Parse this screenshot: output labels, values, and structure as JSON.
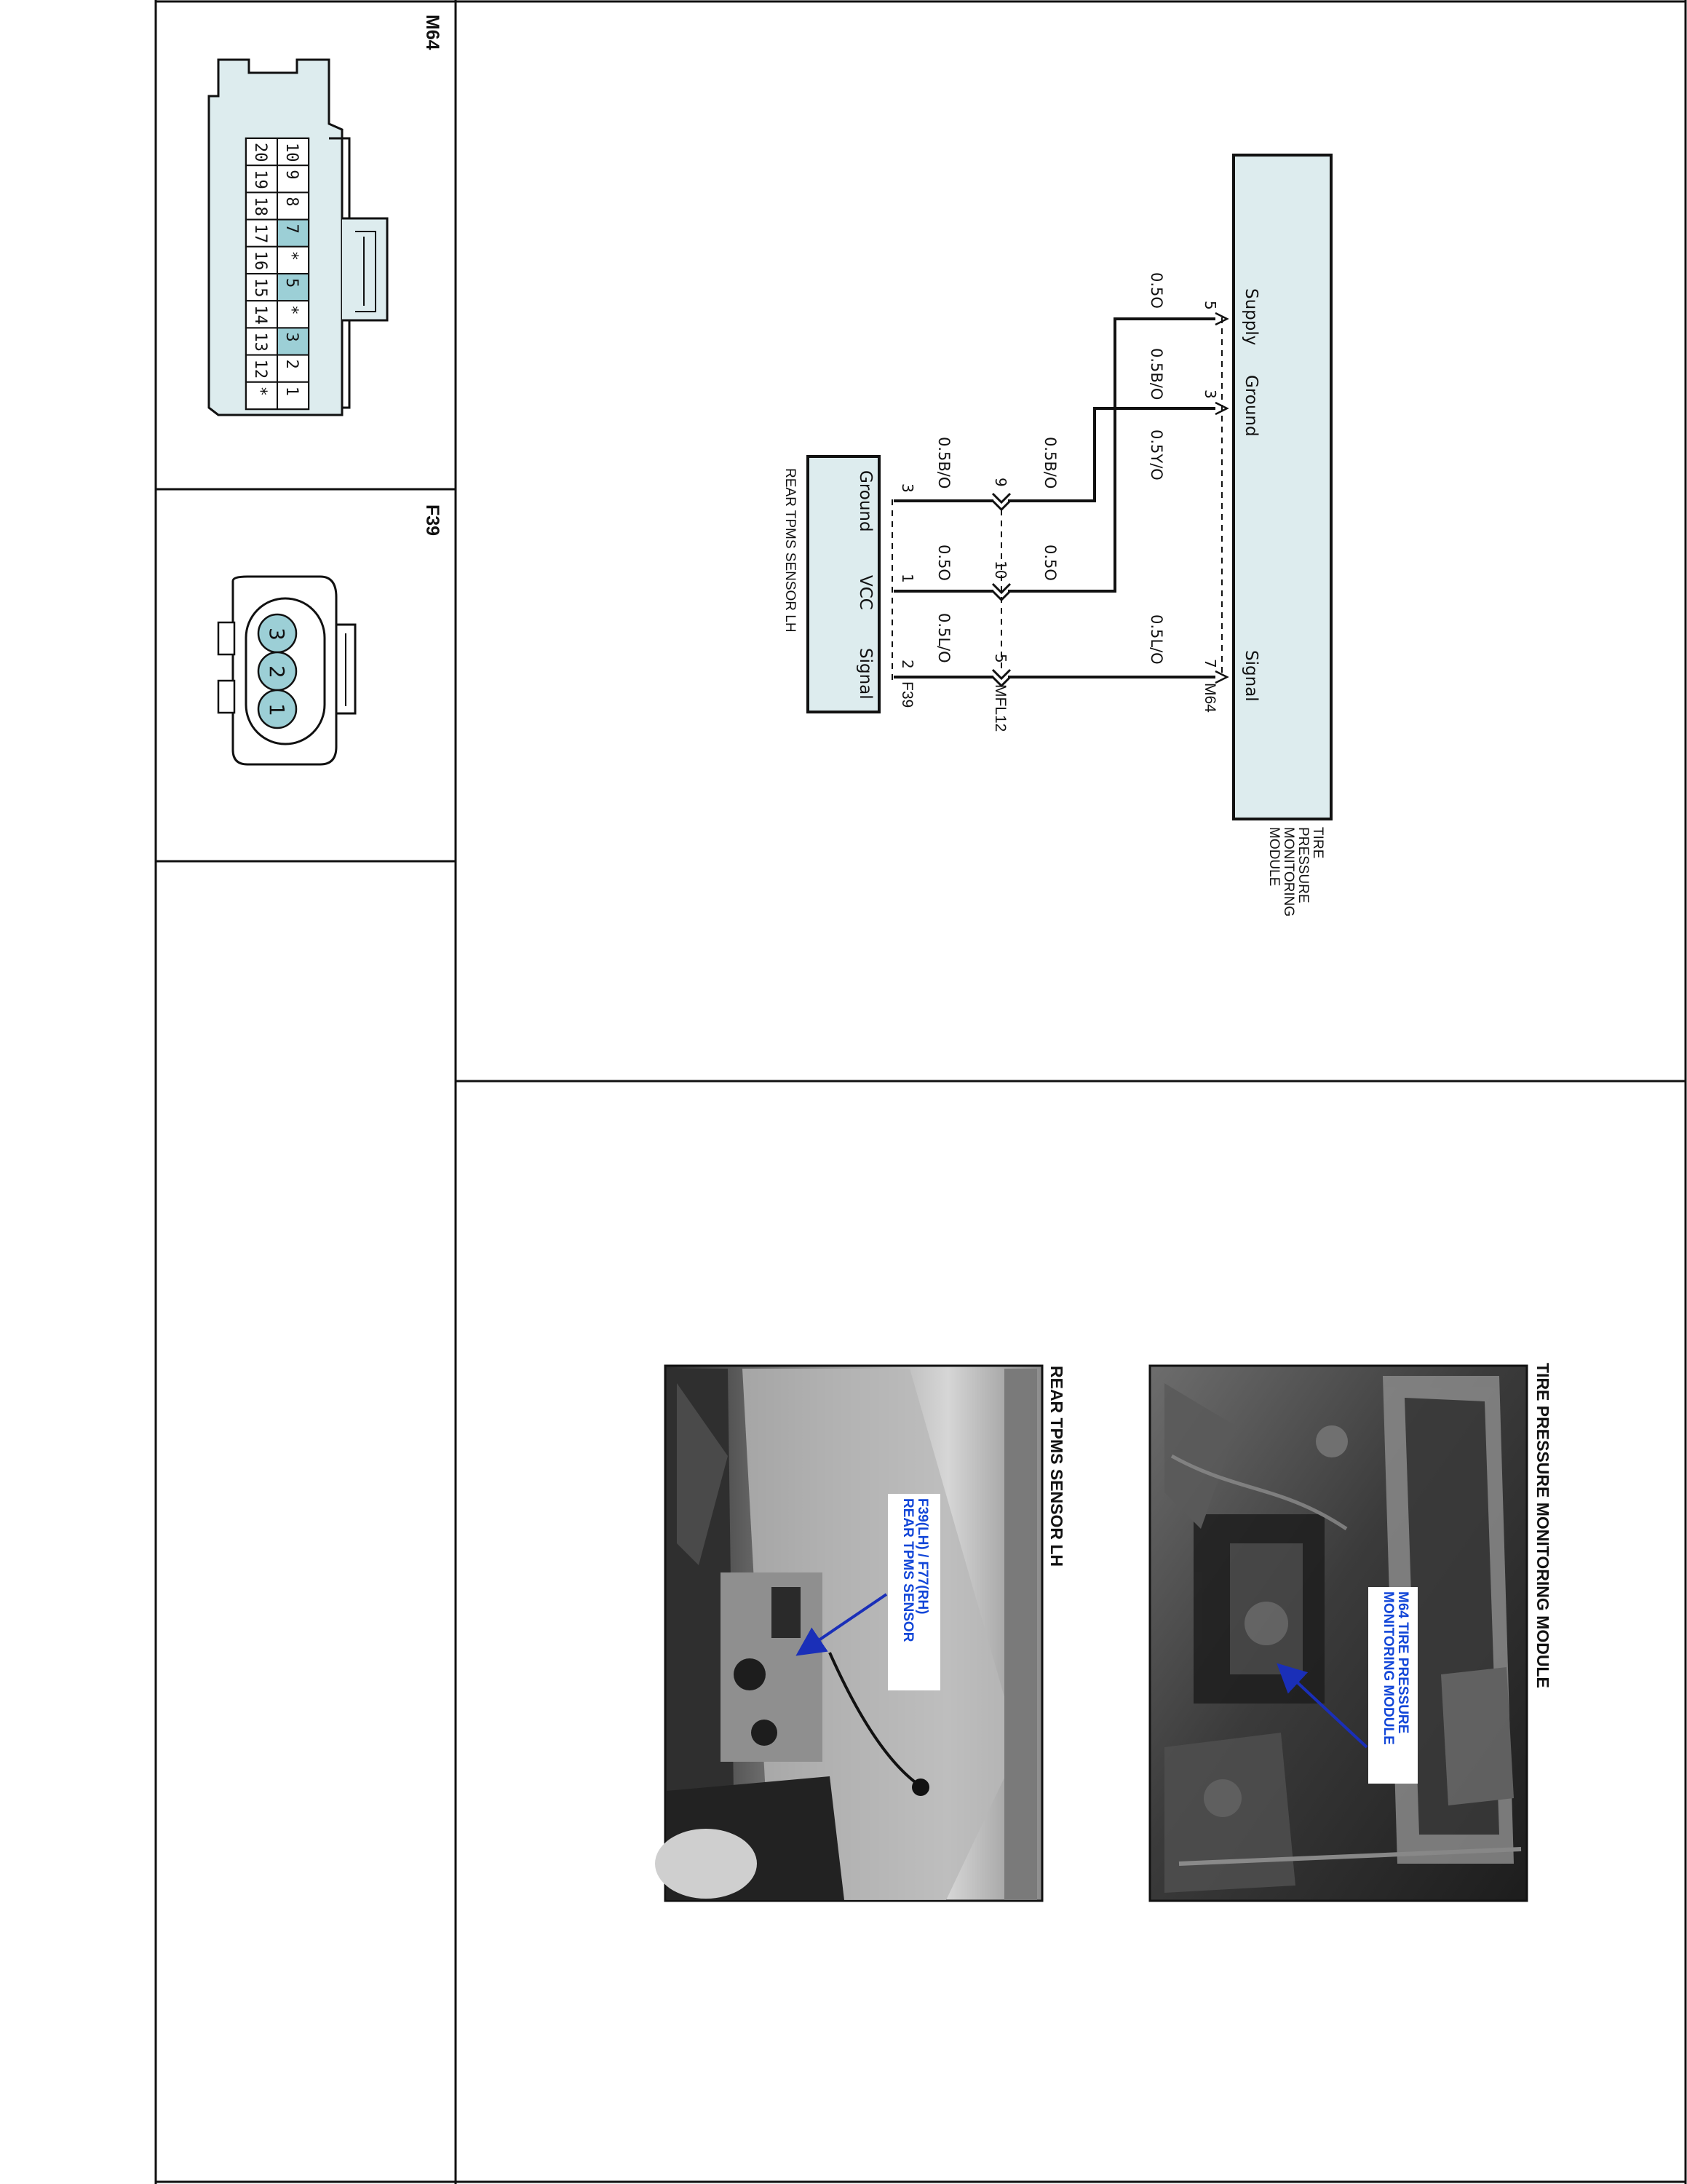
{
  "schematic": {
    "module": {
      "name": [
        "TIRE",
        "PRESSURE",
        "MONITORING",
        "MODULE"
      ],
      "connector": "M64",
      "pins": [
        {
          "label": "Supply",
          "number": "5",
          "wire": "0.5O"
        },
        {
          "label": "Ground",
          "number": "3",
          "wire": "0.5B/O"
        },
        {
          "label": "Signal",
          "number": "7",
          "wire": "0.5L/O"
        }
      ]
    },
    "inline_connector": {
      "name": "MFL12",
      "pins": [
        {
          "number": "9",
          "wire_upper": "0.5B/O",
          "wire_lower": "0.5B/O",
          "wire_label_only": "0.5Y/O"
        },
        {
          "number": "10",
          "wire_upper": "0.5O",
          "wire_lower": "0.5O"
        },
        {
          "number": "5",
          "wire_upper": "0.5L/O",
          "wire_lower": "0.5L/O"
        }
      ]
    },
    "sensor": {
      "name": "REAR TPMS SENSOR LH",
      "connector": "F39",
      "pins": [
        {
          "label": "Ground",
          "number": "3"
        },
        {
          "label": "VCC",
          "number": "1"
        },
        {
          "label": "Signal",
          "number": "2"
        }
      ]
    }
  },
  "connector_views": {
    "m64": {
      "title": "M64",
      "row_top": [
        "10",
        "9",
        "8",
        "7",
        "*",
        "5",
        "*",
        "3",
        "2",
        "1"
      ],
      "row_bottom": [
        "20",
        "19",
        "18",
        "17",
        "16",
        "15",
        "14",
        "13",
        "12",
        "*"
      ],
      "highlighted_pins": [
        "7",
        "5",
        "3"
      ]
    },
    "f39": {
      "title": "F39",
      "pins": [
        "3",
        "2",
        "1"
      ]
    }
  },
  "photos": {
    "module_photo": {
      "title": "TIRE PRESSURE MONITORING MODULE",
      "callout": [
        "M64 TIRE PRESSURE",
        "MONITORING MODULE"
      ]
    },
    "sensor_photo": {
      "title": "REAR TPMS SENSOR LH",
      "callout": [
        "F39(LH) / F77(RH)",
        "REAR TPMS SENSOR"
      ]
    }
  },
  "colors": {
    "module_fill": "#ddecee",
    "pin_highlight": "#9ccfd6",
    "callout_text": "#1246d8",
    "photo_dark": "#2c2c2c"
  }
}
